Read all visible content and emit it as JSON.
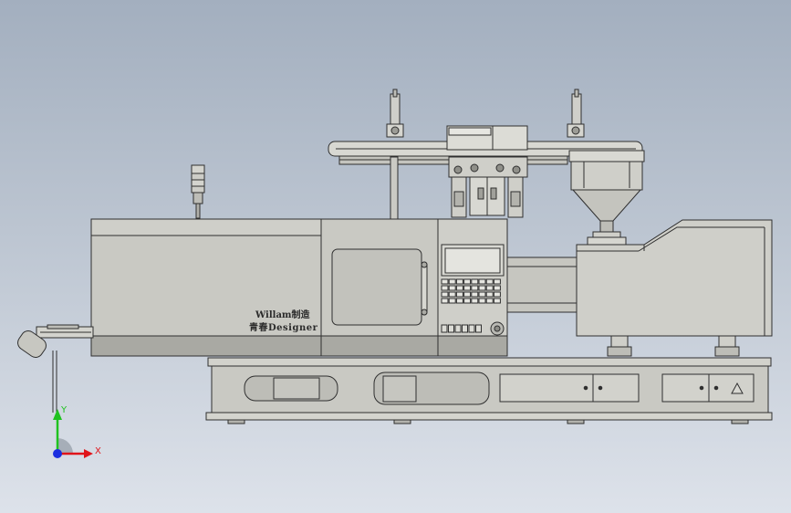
{
  "brand": {
    "line1": "Willam制造",
    "line2": "青春Designer"
  },
  "axes": {
    "x_label": "X",
    "y_label": "Y"
  },
  "colors": {
    "background_top": "#a3afbf",
    "background_bottom": "#dde2ea",
    "body_fill": "#c9c9c3",
    "body_dark": "#a9a9a3",
    "line": "#2f2f2f",
    "x_axis": "#e0141a",
    "y_axis": "#1fc21f",
    "origin": "#1c2fe0"
  }
}
